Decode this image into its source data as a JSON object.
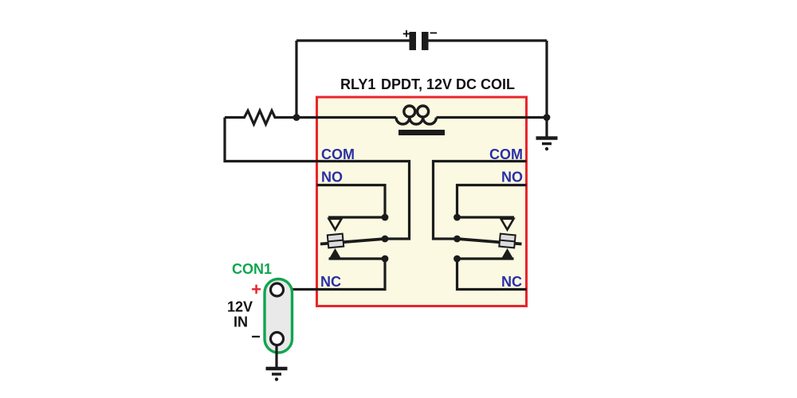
{
  "diagram": {
    "relay": {
      "designator": "RLY1",
      "description": "DPDT, 12V DC COIL",
      "pole_left": {
        "com": "COM",
        "no": "NO",
        "nc": "NC"
      },
      "pole_right": {
        "com": "COM",
        "no": "NO",
        "nc": "NC"
      }
    },
    "capacitor": {
      "plus": "+",
      "minus": "−"
    },
    "connector": {
      "designator": "CON1",
      "plus": "+",
      "minus": "−",
      "label_line1": "12V",
      "label_line2": "IN"
    }
  },
  "colors": {
    "background": "#ffffff",
    "wire": "#1b1b1b",
    "text_black": "#111111",
    "relay_border": "#e8252b",
    "relay_fill": "#fbf9e2",
    "label_blue": "#2a2fa6",
    "connector_green": "#0fa54f",
    "connector_fill": "#e9e9e9",
    "plus_red": "#e8252b",
    "block_gray": "#dcdcdc"
  }
}
